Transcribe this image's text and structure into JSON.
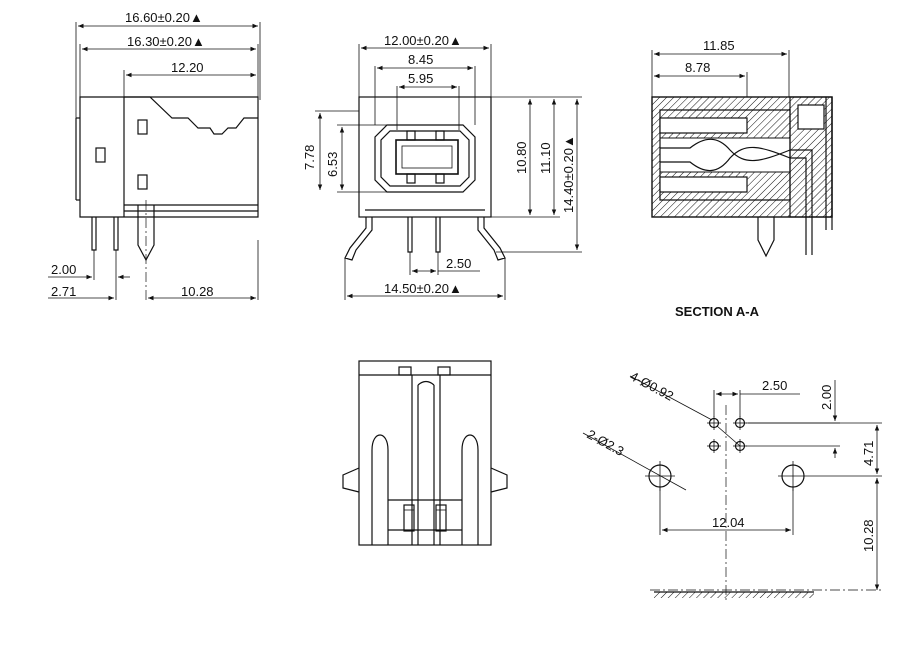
{
  "section_label": "SECTION A-A",
  "side_view": {
    "overall_width": "16.60±0.20▲",
    "body_width": "16.30±0.20▲",
    "shell_width": "12.20",
    "pin_pitch": "2.00",
    "pin_offset": "2.71",
    "post_distance": "10.28"
  },
  "front_view": {
    "shell_width": "12.00±0.20▲",
    "inner_width": "8.45",
    "tongue_width": "5.95",
    "height_left": "7.78",
    "height_inner": "6.53",
    "height_a": "10.80",
    "height_b": "11.10",
    "total_height": "14.40±0.20▲",
    "pin_pitch": "2.50",
    "post_span": "14.50±0.20▲"
  },
  "section_view": {
    "length_outer": "11.85",
    "length_inner": "8.78"
  },
  "footprint": {
    "pin_holes": "4-Ø0.92",
    "post_holes": "2-Ø2.3",
    "hole_pitch_x": "2.50",
    "hole_pitch_y": "2.00",
    "row_to_post": "4.71",
    "post_spacing": "12.04",
    "post_to_edge": "10.28"
  }
}
